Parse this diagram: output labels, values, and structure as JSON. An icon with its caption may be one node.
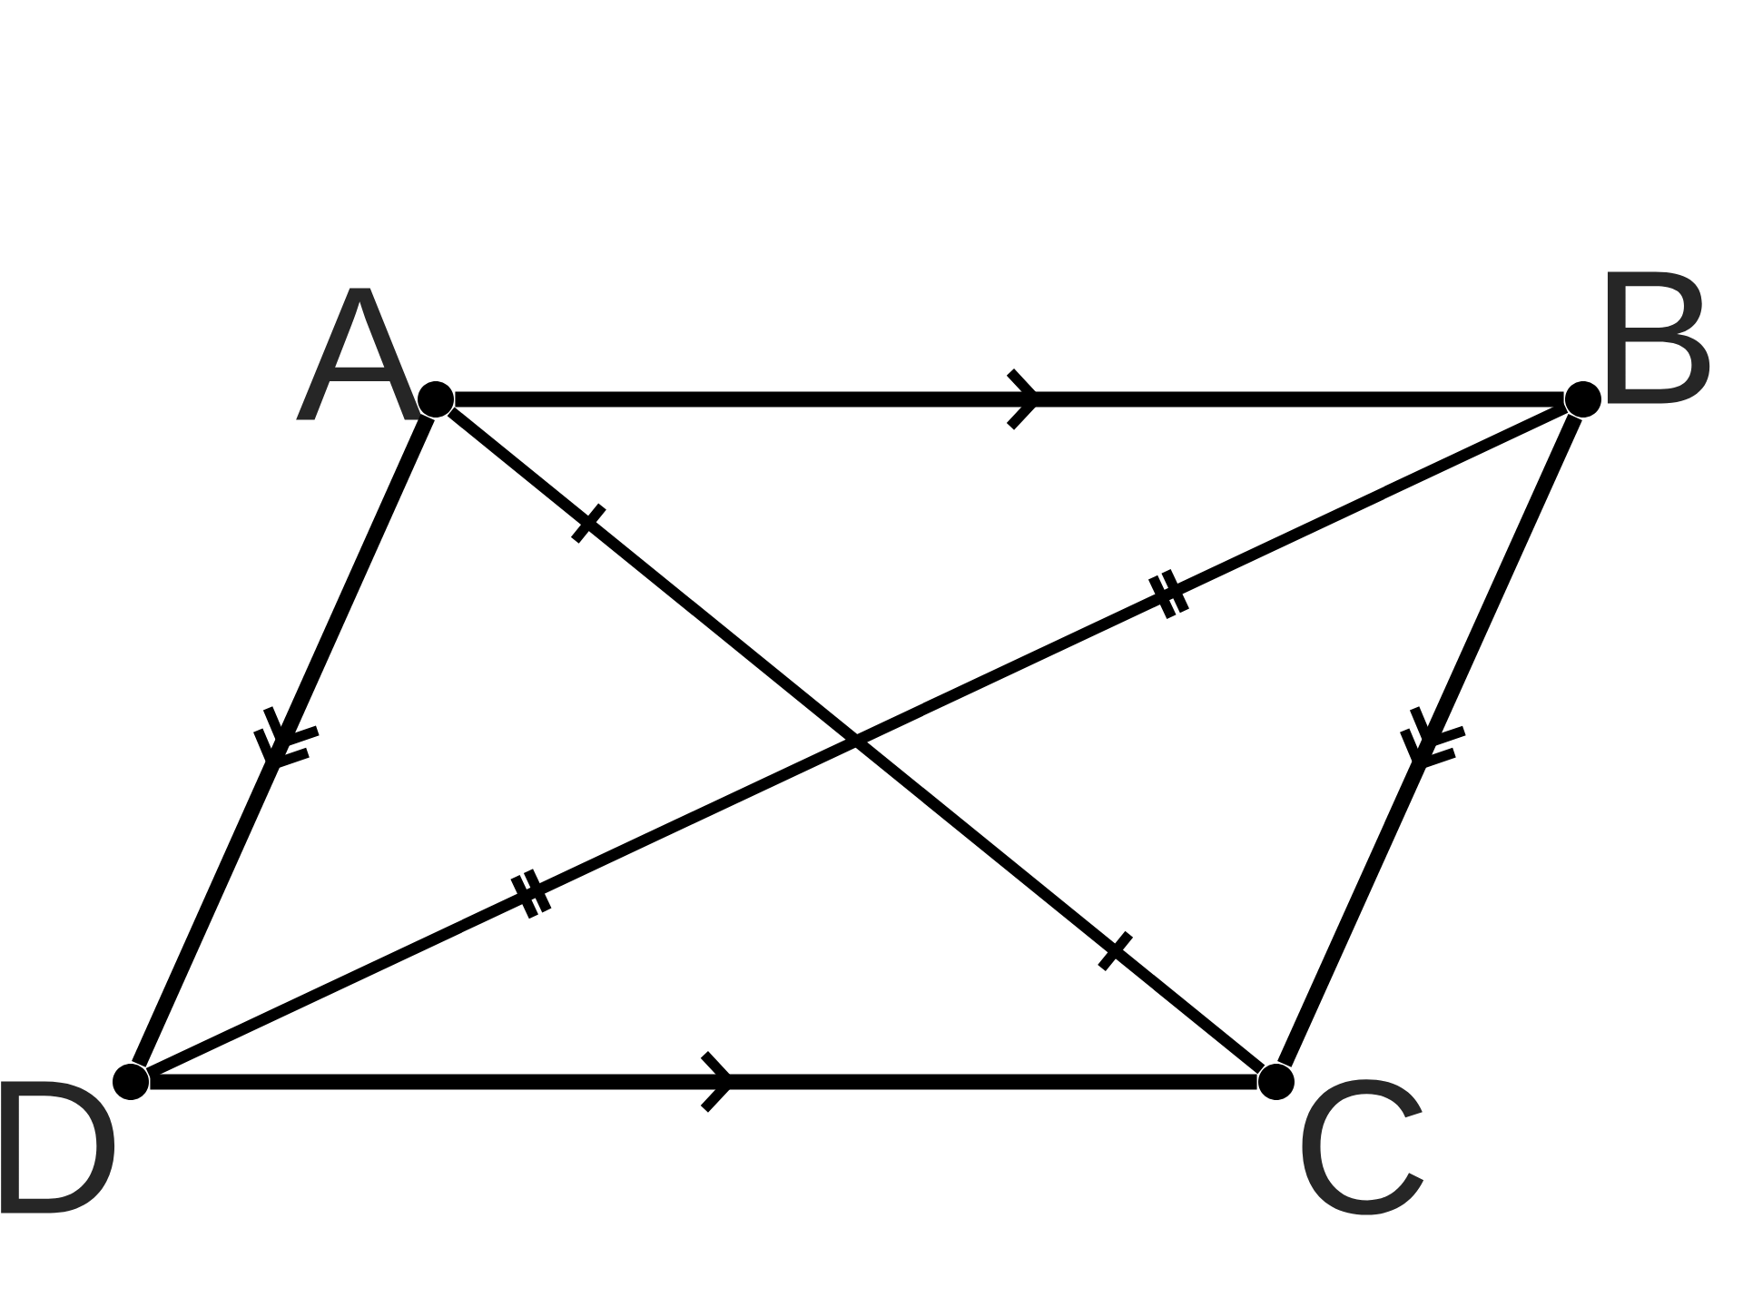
{
  "diagram": {
    "nodes": [
      {
        "text": [
          "A"
        ]
      },
      {
        "text": [
          "B"
        ]
      },
      {
        "text": [
          "C"
        ]
      },
      {
        "text": [
          "D"
        ]
      }
    ],
    "edges": [
      {
        "from": 0,
        "to": 1,
        "arrow": "to"
      },
      {
        "from": 1,
        "to": 2,
        "arrow": "to"
      },
      {
        "from": 3,
        "to": 2,
        "arrow": "to"
      },
      {
        "from": 0,
        "to": 3,
        "arrow": "to"
      },
      {
        "from": 0,
        "to": 2,
        "arrow": "none"
      },
      {
        "from": 1,
        "to": 3,
        "arrow": "none"
      }
    ]
  }
}
